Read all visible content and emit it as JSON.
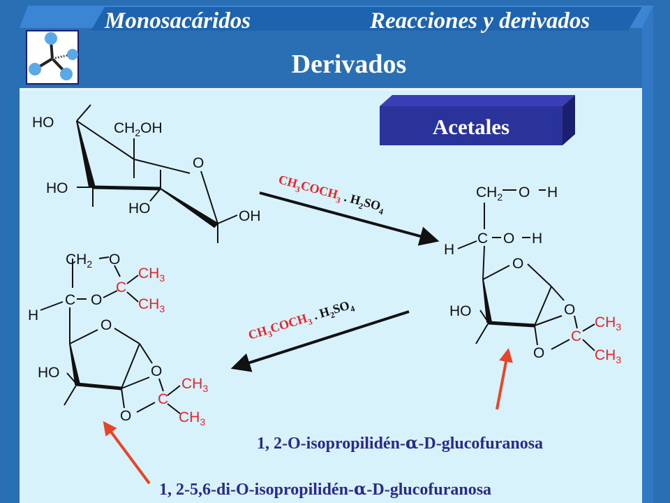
{
  "header": {
    "left_title": "Monosacáridos",
    "right_title": "Reacciones y derivados",
    "main_title": "Derivados"
  },
  "section_badge": {
    "label": "Acetales"
  },
  "reagents": {
    "top": {
      "a": "CH",
      "a_sub": "3",
      "b": "COCH",
      "b_sub": "3",
      "sep": " . H",
      "c_sub": "2",
      "d": "SO",
      "d_sub": "4"
    },
    "bottom": {
      "a": "CH",
      "a_sub": "3",
      "b": "COCH",
      "b_sub": "3",
      "sep": " . H",
      "c_sub": "2",
      "d": "SO",
      "d_sub": "4"
    }
  },
  "molecule_labels": {
    "ho": "HO",
    "oh": "OH",
    "ch2oh": "CH",
    "ch2oh_sub": "2",
    "ch2oh_tail": "OH",
    "o": "O",
    "c": "C",
    "h": "H",
    "ch": "CH",
    "sub2": "2",
    "ch3": "CH",
    "sub3": "3"
  },
  "products": {
    "mono": {
      "name_pre": "1, 2-O-isopropilidén-",
      "alpha": "α",
      "name_post": "-D-glucofuranosa"
    },
    "di": {
      "name_pre": "1, 2-5,6-di-O-isopropilidén-",
      "alpha": "α",
      "name_post": "-D-glucofuranosa"
    }
  },
  "colors": {
    "background": "#d8f2fb",
    "header_blue": "#2a6fb4",
    "badge": "#2a3399",
    "title_text": "#ffffff",
    "subtitle_text": "#1a1a6e",
    "product_name": "#2a2a8a",
    "red_label": "#e8232a",
    "arrow_red": "#e8442a"
  },
  "icons": {
    "logo": "atom-logo-icon"
  }
}
